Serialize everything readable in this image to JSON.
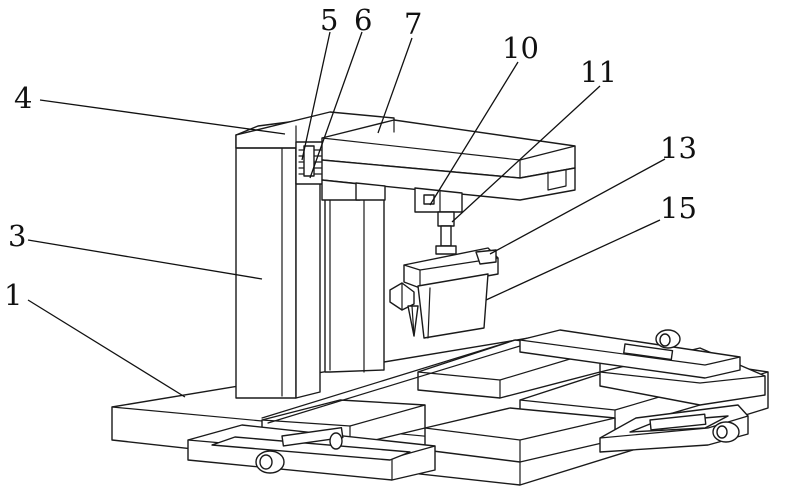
{
  "figure": {
    "background": "#ffffff",
    "line_color": "#1a1a1a",
    "callouts": [
      {
        "id": "c1",
        "text": "1"
      },
      {
        "id": "c3",
        "text": "3"
      },
      {
        "id": "c4",
        "text": "4"
      },
      {
        "id": "c5",
        "text": "5"
      },
      {
        "id": "c6",
        "text": "6"
      },
      {
        "id": "c7",
        "text": "7"
      },
      {
        "id": "c10",
        "text": "10"
      },
      {
        "id": "c11",
        "text": "11"
      },
      {
        "id": "c13",
        "text": "13"
      },
      {
        "id": "c15",
        "text": "15"
      }
    ]
  }
}
